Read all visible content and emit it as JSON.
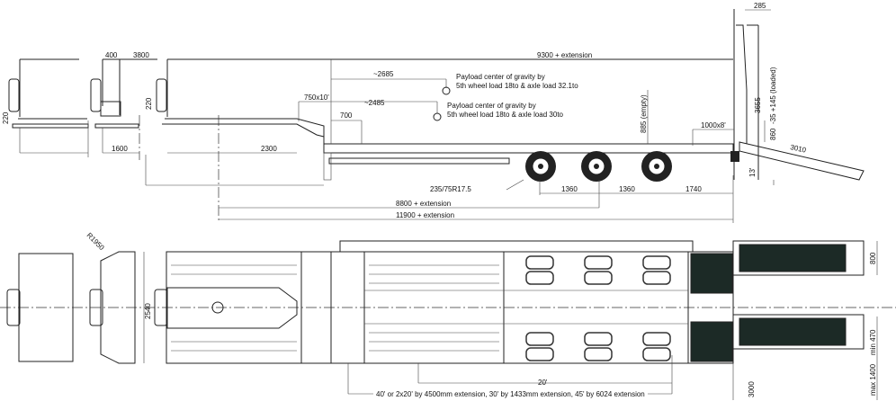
{
  "side_view": {
    "overall_length": "9300 + extension",
    "rear_upper_width": "285",
    "cog1_distance": "~2685",
    "cog1_text_line1": "Payload center of gravity by",
    "cog1_text_line2": "5th wheel load 18to & axle load 32.1to",
    "cog2_distance": "~2485",
    "cog2_text_line1": "Payload center of gravity by",
    "cog2_text_line2": "5th wheel load 18to & axle load 30to",
    "gooseneck_ramp": "750x10'",
    "step_height": "700",
    "front_width_1": "400",
    "front_width_2": "3800",
    "kingpin_height_1": "220",
    "kingpin_height_2": "220",
    "front_overhang": "1600",
    "kingpin_to_step": "2300",
    "deck_height_empty": "885 (empty)",
    "rear_ramp": "1000x8'",
    "total_height": "3655",
    "deck_tolerance": "-35 +145 (loaded)",
    "rear_deck_height": "860",
    "ramp_length": "3010",
    "ramp_angle": "13'",
    "tyre": "235/75R17.5",
    "axle_spacing_1": "1360",
    "axle_spacing_2": "1360",
    "rear_overhang": "1740",
    "wheelbase": "8800 + extension",
    "total_length": "11900 + extension"
  },
  "top_view": {
    "swing_radius": "R1950",
    "width": "2540",
    "ramp_width": "800",
    "ramp_gap_min": "min 470",
    "ramp_gap_max": "max 1400",
    "rear_width": "3000",
    "container_20": "20'",
    "container_text": "40' or 2x20' by 4500mm extension, 30' by 1433mm extension, 45' by 6024 extension"
  }
}
